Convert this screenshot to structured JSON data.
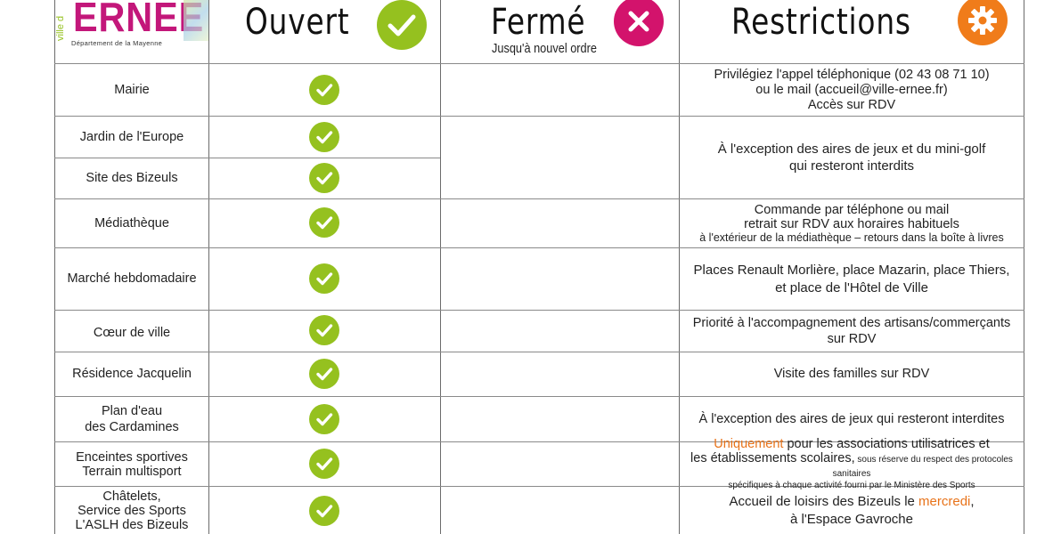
{
  "logo": {
    "prefix": "ville d",
    "name": "ERNEE",
    "subtitle": "Département de la Mayenne"
  },
  "header": {
    "open": {
      "label": "Ouvert",
      "icon": "check-circle-icon",
      "color": "#95c11f"
    },
    "closed": {
      "label": "Fermé",
      "sub": "Jusqu'à nouvel ordre",
      "icon": "close-circle-icon",
      "color": "#d3136c"
    },
    "restrictions": {
      "label": "Restrictions",
      "icon": "gear-icon",
      "color": "#f07c1a"
    }
  },
  "rows": [
    {
      "name": "Mairie",
      "restriction": [
        "Privilégiez l'appel téléphonique (02 43 08 71 10)",
        "ou le mail (accueil@ville-ernee.fr)",
        "Accès sur RDV"
      ]
    },
    {
      "name": "Jardin de l'Europe"
    },
    {
      "name": "Site des Bizeuls"
    },
    {
      "name": "Médiathèque",
      "restriction": [
        "Commande par téléphone ou mail",
        "retrait sur RDV aux horaires habituels",
        "à l'extérieur de la médiathèque – retours dans la boîte à livres"
      ]
    },
    {
      "name": "Marché hebdomadaire",
      "restriction": [
        "Places Renault Morlière, place Mazarin, place Thiers,",
        "et place de l'Hôtel de Ville"
      ]
    },
    {
      "name": "Cœur de ville",
      "restriction": [
        "Priorité à l'accompagnement des artisans/commerçants",
        "sur RDV"
      ]
    },
    {
      "name": "Résidence Jacquelin",
      "restriction": [
        "Visite des familles sur RDV"
      ]
    },
    {
      "name": [
        "Plan d'eau",
        "des Cardamines"
      ],
      "restriction": [
        "À l'exception des aires de jeux qui resteront interdites"
      ]
    },
    {
      "name": [
        "Enceintes sportives",
        "Terrain multisport"
      ],
      "restriction_parts": {
        "highlight": "Uniquement",
        "line1_rest": " pour les associations utilisatrices et",
        "line2": "les établissements scolaires,",
        "line2_small": " sous réserve du respect des protocoles sanitaires",
        "line3_small": "spécifiques à chaque activité fourni par le Ministère des Sports"
      }
    },
    {
      "name": [
        "Châtelets,",
        "Service des Sports",
        "L'ASLH des Bizeuls"
      ],
      "restriction_parts": {
        "before": "Accueil de loisirs des Bizeuls le ",
        "highlight": "mercredi",
        "after": ",",
        "line2": "à l'Espace Gavroche"
      }
    }
  ],
  "merged_restriction": [
    "À l'exception des aires de jeux et du mini-golf",
    "qui resteront interdits"
  ]
}
